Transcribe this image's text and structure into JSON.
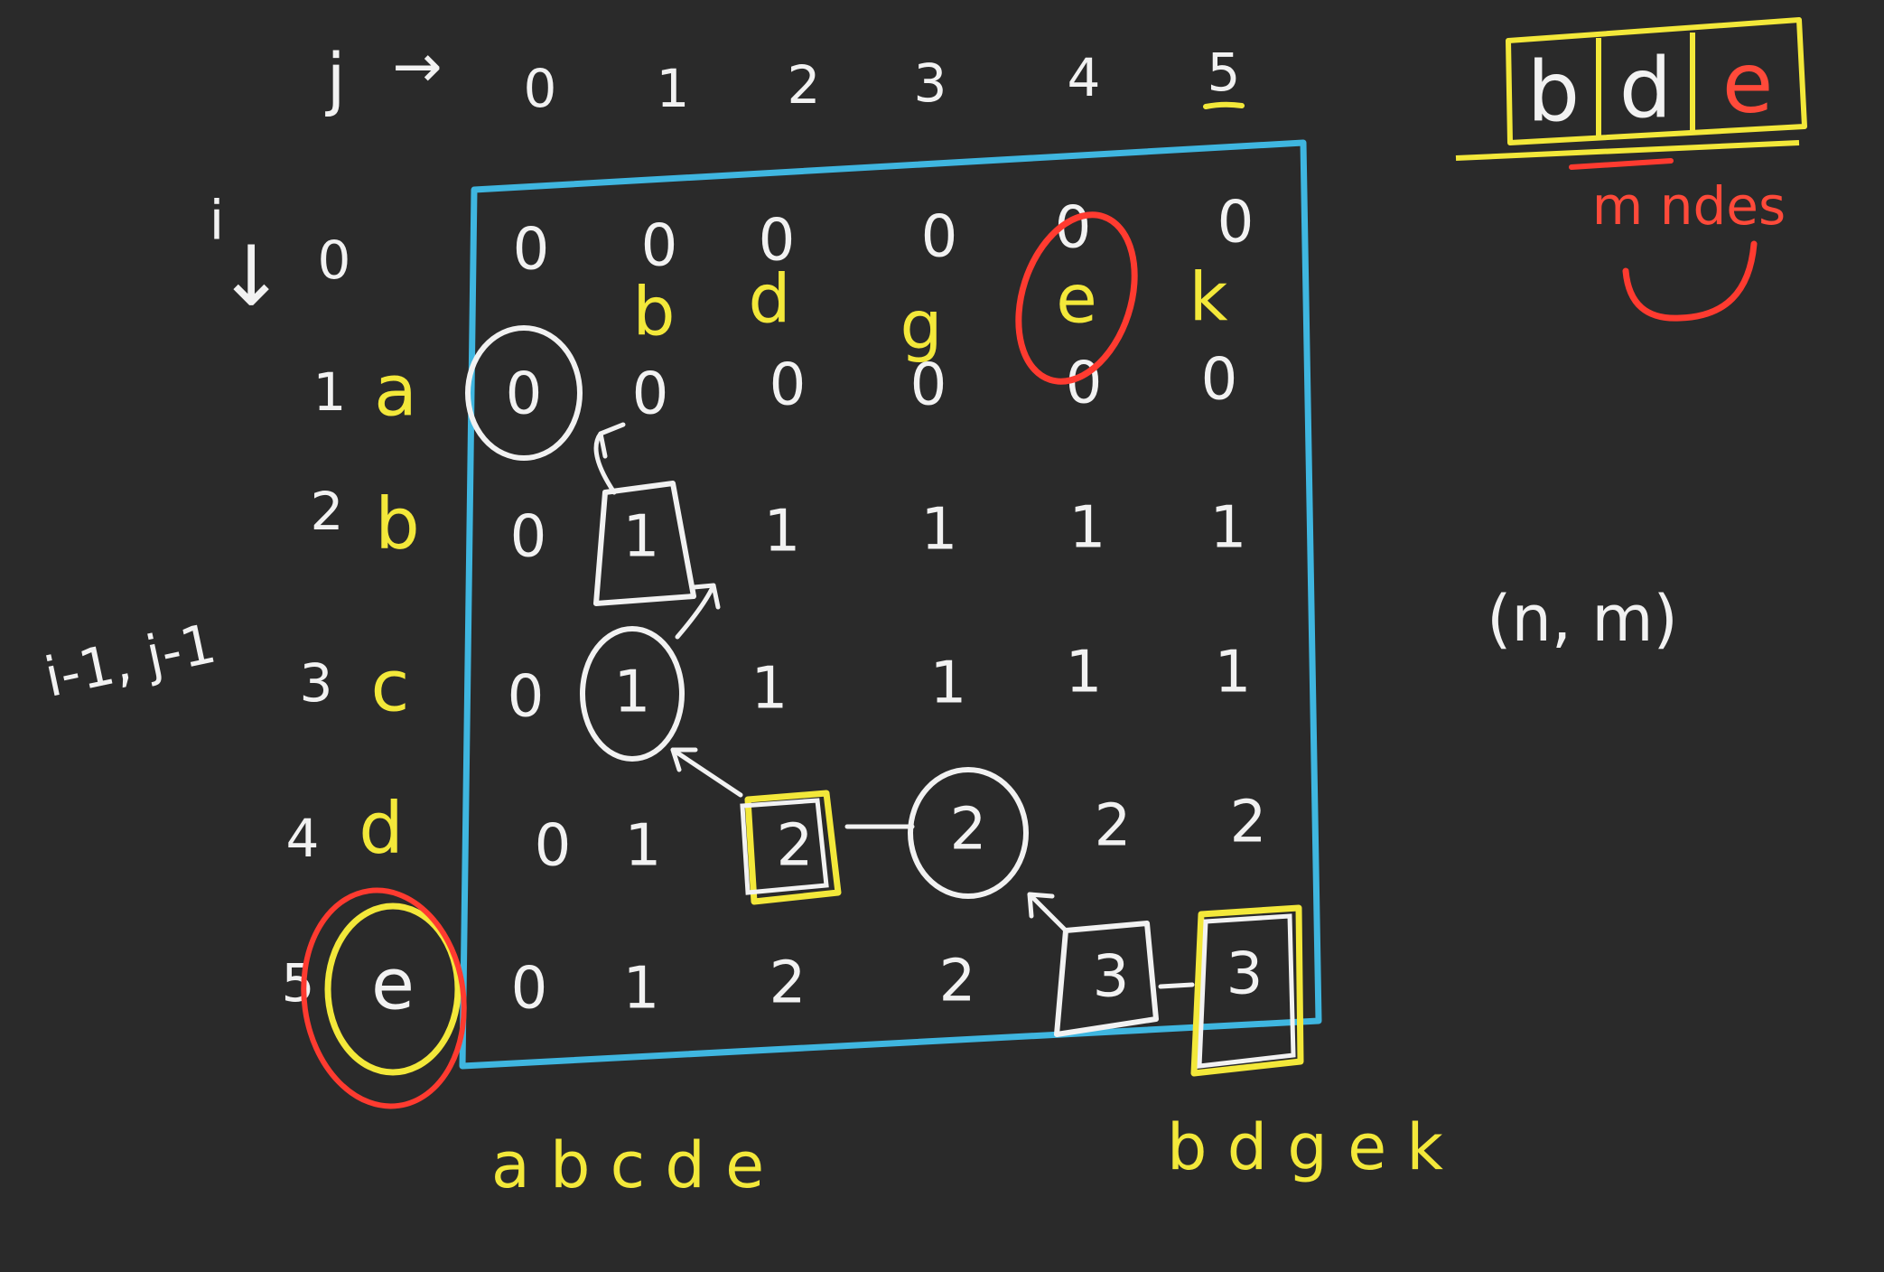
{
  "colors": {
    "background": "#2a2a2a",
    "chalk_white": "#f2f2f2",
    "highlight_yellow": "#f3e83a",
    "grid_blue": "#3fb6e0",
    "marker_red": "#ff3b30"
  },
  "header": {
    "j_label": "j",
    "j_arrow": "→",
    "i_label": "i",
    "i_arrow": "↓",
    "col_indices": [
      "0",
      "1",
      "2",
      "3",
      "4",
      "5"
    ]
  },
  "rows": [
    {
      "index": "0",
      "char": "",
      "cells": [
        "0",
        "0",
        "0",
        "0",
        "0",
        "0"
      ]
    },
    {
      "index": "1",
      "char": "a",
      "cells": [
        "0",
        "0",
        "0",
        "0",
        "0",
        "0"
      ]
    },
    {
      "index": "2",
      "char": "b",
      "cells": [
        "0",
        "1",
        "1",
        "1",
        "1",
        "1"
      ]
    },
    {
      "index": "3",
      "char": "c",
      "cells": [
        "0",
        "1",
        "1",
        "1",
        "1",
        "1"
      ]
    },
    {
      "index": "4",
      "char": "d",
      "cells": [
        "0",
        "1",
        "2",
        "2",
        "2",
        "2"
      ]
    },
    {
      "index": "5",
      "char": "e",
      "cells": [
        "0",
        "1",
        "2",
        "2",
        "3",
        "3"
      ]
    }
  ],
  "col_chars": [
    "",
    "b",
    "d",
    "g",
    "e",
    "k"
  ],
  "side_note": "i-1, j-1",
  "string1": "a b c d e",
  "string2": "b d g e k",
  "dims_note": "(n, m)",
  "result_box": {
    "chars": [
      "b",
      "d",
      "e"
    ],
    "note": "m ndes"
  }
}
